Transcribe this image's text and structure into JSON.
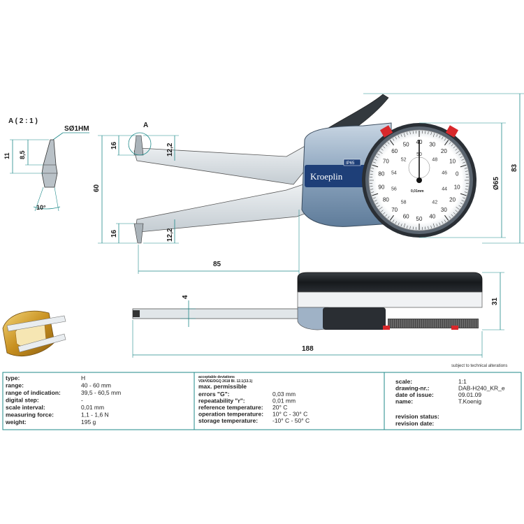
{
  "detail": {
    "title": "A ( 2 : 1 )",
    "ball": "SØ1HM",
    "dim_11": "11",
    "dim_8_5": "8,5",
    "angle": "10°"
  },
  "front": {
    "callout_A": "A",
    "dim_16_top": "16",
    "dim_12_2_top": "12,2",
    "dim_60": "60",
    "dim_16_bot": "16",
    "dim_12_2_bot": "12,2",
    "dim_85": "85",
    "dim_65": "Ø65",
    "dim_83": "83",
    "brand": "Kroeplin",
    "badge": "IP65"
  },
  "dial": {
    "outer_top": [
      "80",
      "70",
      "60",
      "50",
      "40",
      "30",
      "20",
      "10",
      "0",
      "10",
      "20",
      "30",
      "40",
      "50",
      "60",
      "70",
      "80",
      "90"
    ],
    "inner": [
      "58",
      "56",
      "54",
      "52",
      "50",
      "48",
      "46",
      "44",
      "42"
    ],
    "unit": "0,01mm"
  },
  "side": {
    "dim_4": "4",
    "dim_31": "31",
    "dim_188": "188"
  },
  "notice": "subject to technical alterations",
  "table": {
    "col1": [
      {
        "label": "type:",
        "value": "H"
      },
      {
        "label": "range:",
        "value": "40 - 60 mm"
      },
      {
        "label": "range of indication:",
        "value": "39,5 - 60,5 mm"
      },
      {
        "label": "digital step:",
        "value": "-"
      },
      {
        "label": "scale interval:",
        "value": "0,01 mm"
      },
      {
        "label": "measuring force:",
        "value": "1,1 - 1,6 N"
      },
      {
        "label": "weight:",
        "value": "195 g"
      }
    ],
    "col2_head": "acceptable deviations",
    "col2_sub": "VDI/VDE/DGQ 2618 Bl. 12.1(13.1)",
    "col2_title": "max. permissible",
    "col2": [
      {
        "label": "errors \"G\":",
        "value": "0,03 mm"
      },
      {
        "label": "repeatability \"r\":",
        "value": "0,01 mm"
      },
      {
        "label": "reference temperature:",
        "value": "20° C"
      },
      {
        "label": "operation temperature:",
        "value": "10° C - 30° C"
      },
      {
        "label": "storage temperature:",
        "value": "-10° C - 50° C"
      }
    ],
    "col3": [
      {
        "label": "scale:",
        "value": "1:1"
      },
      {
        "label": "drawing-nr.:",
        "value": "DAB-H240_KR_e"
      },
      {
        "label": "date of issue:",
        "value": "09.01.09"
      },
      {
        "label": "name:",
        "value": "T.Koenig"
      },
      {
        "label": "revision status:",
        "value": ""
      },
      {
        "label": "revision date:",
        "value": ""
      }
    ]
  },
  "colors": {
    "dim_line": "#1f8a8a",
    "body_blue": "#8aa7c4",
    "brand_plate": "#1e3f78",
    "arm_gray": "#d8dde0",
    "red_stop": "#d8282b",
    "gold": "#d6a531"
  }
}
